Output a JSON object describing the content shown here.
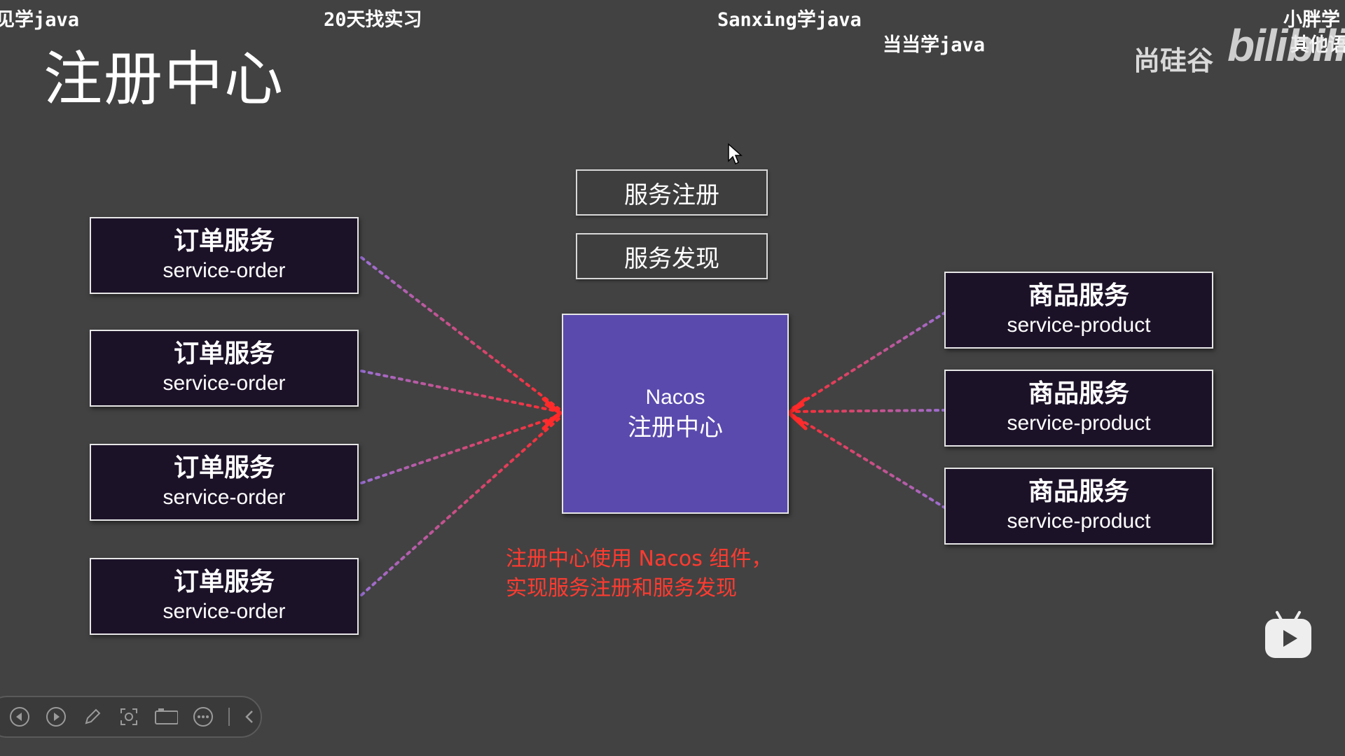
{
  "overlay": {
    "texts": [
      "见学java",
      "20天找实习",
      "Sanxing学java",
      "当当学java",
      "小胖学",
      "其他语"
    ]
  },
  "slide": {
    "title": "注册中心",
    "functions": [
      "服务注册",
      "服务发现"
    ],
    "order_services": [
      {
        "cn": "订单服务",
        "en": "service-order"
      },
      {
        "cn": "订单服务",
        "en": "service-order"
      },
      {
        "cn": "订单服务",
        "en": "service-order"
      },
      {
        "cn": "订单服务",
        "en": "service-order"
      }
    ],
    "product_services": [
      {
        "cn": "商品服务",
        "en": "service-product"
      },
      {
        "cn": "商品服务",
        "en": "service-product"
      },
      {
        "cn": "商品服务",
        "en": "service-product"
      }
    ],
    "registry": {
      "en": "Nacos",
      "cn": "注册中心"
    },
    "caption": [
      "注册中心使用 Nacos 组件，",
      "实现服务注册和服务发现"
    ]
  },
  "logo": {
    "text": "尚硅谷",
    "mark": "bilibili"
  },
  "toolbar": {
    "buttons": [
      "prev-icon",
      "next-icon",
      "pen-icon",
      "screenshot-icon",
      "camera-icon",
      "more-icon",
      "collapse-icon"
    ]
  },
  "colors": {
    "background": "#424242",
    "service_box": "#1c1228",
    "nacos_box": "#5a4aad",
    "arrow_red": "#ff2a2a",
    "arrow_purple": "#9b6fd6",
    "caption": "#ff3b30"
  }
}
